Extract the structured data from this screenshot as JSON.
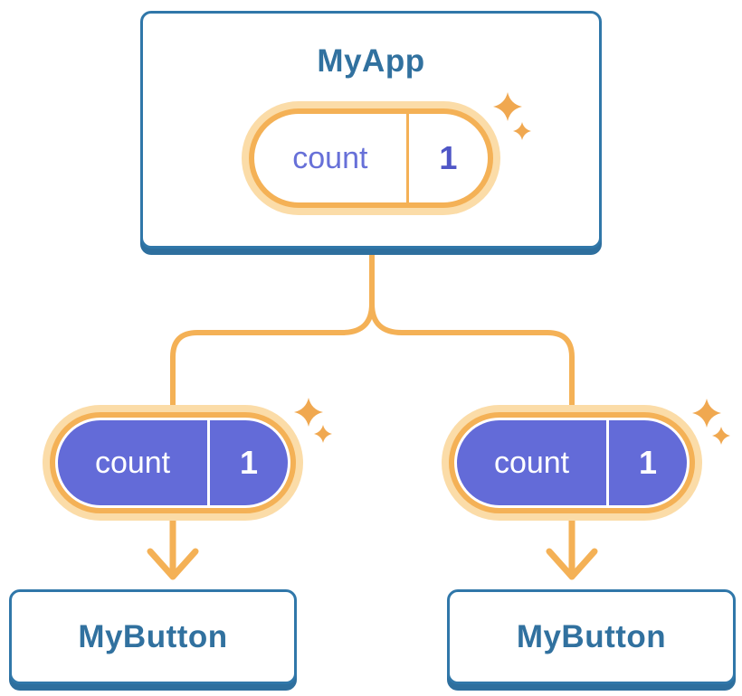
{
  "diagram": {
    "root_card": {
      "title": "MyApp",
      "state_pill": {
        "label": "count",
        "value": "1"
      }
    },
    "child_pills": [
      {
        "label": "count",
        "value": "1"
      },
      {
        "label": "count",
        "value": "1"
      }
    ],
    "child_cards": [
      {
        "title": "MyButton"
      },
      {
        "title": "MyButton"
      }
    ],
    "icons": {
      "sparkle": "sparkle-icon",
      "arrow": "arrow-down-icon"
    },
    "colors": {
      "card_border": "#3077A9",
      "card_shadow": "#2E6F9E",
      "title_text": "#31719F",
      "connector_orange": "#F4B156",
      "pill_ring_orange": "#F4B156",
      "pill_glow_orange": "#FBDCA8",
      "pill_fill_purple": "#636BD8",
      "root_pill_label_text": "#6770D8",
      "root_pill_value_text": "#4F56C6",
      "child_pill_text": "#FFFFFF",
      "sparkle_orange": "#F0A850",
      "background": "#FFFFFF"
    }
  }
}
